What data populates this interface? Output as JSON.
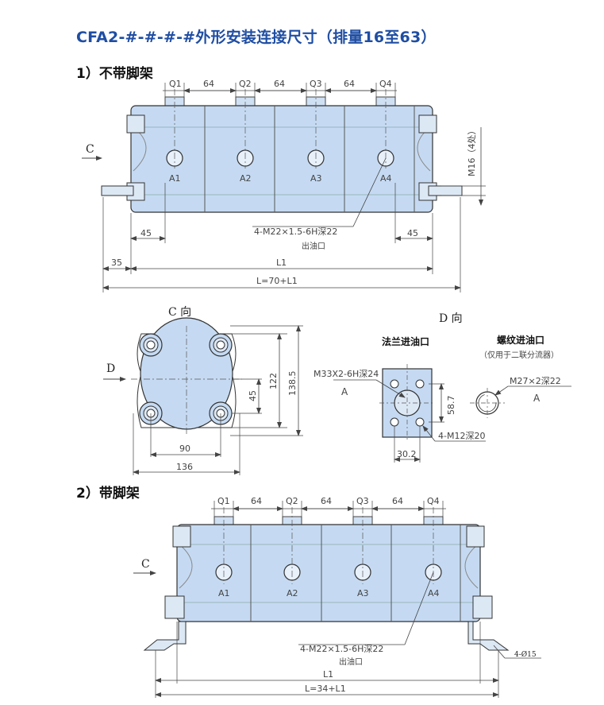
{
  "title": "CFA2-#-#-#-#外形安装连接尺寸（排量16至63）",
  "section1": {
    "heading": "1）不带脚架",
    "ports": [
      "Q1",
      "Q2",
      "Q3",
      "Q4"
    ],
    "pitch": "64",
    "outlets": [
      "A1",
      "A2",
      "A3",
      "A4"
    ],
    "view_c": "C",
    "m16": "M16（4处）",
    "outlet_thread": "4-M22×1.5-6H深22",
    "outlet_label": "出油口",
    "dim_45": "45",
    "dim_35": "35",
    "dim_l1": "L1",
    "dim_l": "L=70+L1"
  },
  "view_c": {
    "title": "C 向",
    "arrow_d": "D",
    "dim_45": "45",
    "dim_122": "122",
    "dim_1385": "138.5",
    "dim_90": "90",
    "dim_136": "136"
  },
  "view_d": {
    "title": "D 向",
    "flange_title": "法兰进油口",
    "thread_title": "螺纹进油口",
    "thread_note": "（仅用于二联分流器）",
    "m33": "M33X2-6H深24",
    "a_label": "A",
    "dim_587": "58.7",
    "dim_302": "30.2",
    "m12": "4-M12深20",
    "m27": "M27×2深22",
    "a_label2": "A"
  },
  "section2": {
    "heading": "2）带脚架",
    "ports": [
      "Q1",
      "Q2",
      "Q3",
      "Q4"
    ],
    "pitch": "64",
    "outlets": [
      "A1",
      "A2",
      "A3",
      "A4"
    ],
    "view_c": "C",
    "outlet_thread": "4-M22×1.5-6H深22",
    "outlet_label": "出油口",
    "foot_hole": "4-Ø15",
    "dim_l1": "L1",
    "dim_l": "L=34+L1"
  }
}
